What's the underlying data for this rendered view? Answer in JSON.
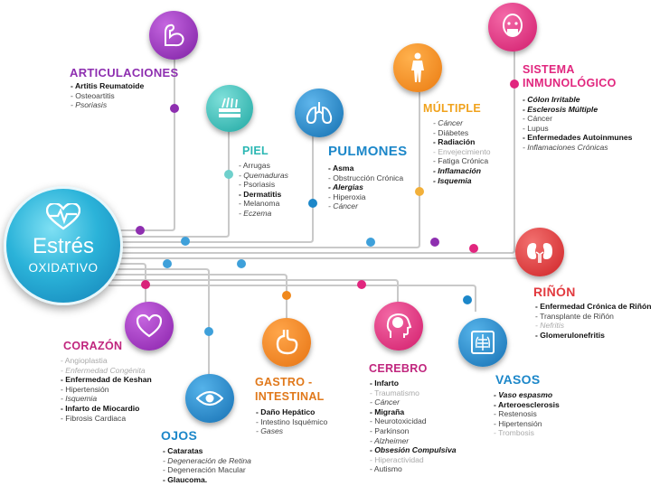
{
  "hub": {
    "title_line1": "Estrés",
    "title_line2": "OXIDATIVO",
    "icon": "heart-pulse-icon"
  },
  "colors": {
    "purple": "#8e2fb0",
    "teal": "#2bb7b3",
    "blue": "#1c87c9",
    "orange": "#f0881c",
    "magenta": "#e1267e",
    "red": "#e23a3f"
  },
  "categories": {
    "articulaciones": {
      "title": "ARTICULACIONES",
      "icon": "arm-muscle-icon",
      "items": [
        "Artitis Reumatoide",
        "Osteoartitis",
        "Psoriasis"
      ]
    },
    "piel": {
      "title": "PIEL",
      "icon": "skin-hair-icon",
      "items": [
        "Arrugas",
        "Quemaduras",
        "Psoriasis",
        "Dermatitis",
        "Melanoma",
        "Eczema"
      ]
    },
    "pulmones": {
      "title": "PULMONES",
      "icon": "lungs-icon",
      "items": [
        "Asma",
        "Obstrucción Crónica",
        "Alergias",
        "Hiperoxia",
        "Cáncer"
      ]
    },
    "multiple": {
      "title": "MÚLTIPLE",
      "icon": "human-body-icon",
      "items": [
        "Cáncer",
        "Diábetes",
        "Radiación",
        "Envejecimiento",
        "Fatiga Crónica",
        "Inflamación",
        "Isquemia"
      ]
    },
    "sistema": {
      "title_line1": "SISTEMA",
      "title_line2": "INMUNOLÓGICO",
      "icon": "face-mask-icon",
      "items": [
        "Cólon Irritable",
        "Esclerosis Múltiple",
        "Cáncer",
        "Lupus",
        "Enfermedades Autoinmunes",
        "Inflamaciones Crónicas"
      ]
    },
    "rinon": {
      "title": "RIÑÓN",
      "icon": "kidneys-icon",
      "items": [
        "Enfermedad Crónica de Riñón",
        "Transplante de Riñón",
        "Nefritis",
        "Glomerulonefritis"
      ]
    },
    "corazon": {
      "title": "CORAZÓN",
      "icon": "heart-icon",
      "items": [
        "Angioplastia",
        "Enfermedad Congénita",
        "Enfermedad de Keshan",
        "Hipertensión",
        "Isquemia",
        "Infarto de Miocardio",
        "Fibrosis Cardiaca"
      ]
    },
    "ojos": {
      "title": "OJOS",
      "icon": "eye-icon",
      "items": [
        "Cataratas",
        "Degeneración de Retina",
        "Degeneración Macular",
        "Glaucoma."
      ]
    },
    "gastro": {
      "title_line1": "GASTRO -",
      "title_line2": "INTESTINAL",
      "icon": "stomach-icon",
      "items": [
        "Daño Hepático",
        "Intestino Isquémico",
        "Gases"
      ]
    },
    "cerebro": {
      "title": "CEREBRO",
      "icon": "brain-head-icon",
      "items": [
        "Infarto",
        "Traumatismo",
        "Cáncer",
        "Migraña",
        "Neurotoxicidad",
        "Parkinson",
        "Alzheimer",
        "Obsesión Compulsiva",
        "Hiperactividad",
        "Autismo"
      ]
    },
    "vasos": {
      "title": "VASOS",
      "icon": "xray-chest-icon",
      "items": [
        "Vaso espasmo",
        "Arteroesclerosis",
        "Restenosis",
        "Hipertensión",
        "Trombosis"
      ]
    }
  }
}
